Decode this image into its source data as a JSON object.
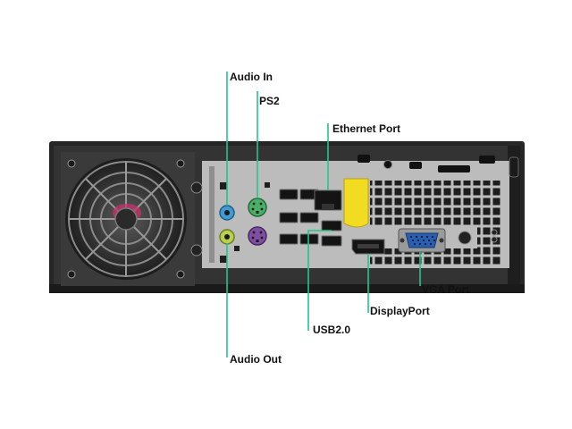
{
  "labels": {
    "audio_in": "Audio In",
    "ps2": "PS2",
    "ethernet": "Ethernet Port",
    "vga": "VGA Port",
    "displayport": "DisplayPort",
    "usb": "USB2.0",
    "audio_out": "Audio Out"
  },
  "colors": {
    "callout_line": "#22c58b",
    "chassis_dark": "#2b2b2b",
    "rear_panel": "#b9b9b9",
    "mic_jack": "#3f9bd2",
    "line_out_jack": "#b9cf4f",
    "ps2_keyboard": "#7f4ea0",
    "ps2_mouse": "#49b06a",
    "vga_port": "#2a5fb0",
    "ethernet_cover": "#f2dc22",
    "fan_accent": "#c9306a"
  }
}
